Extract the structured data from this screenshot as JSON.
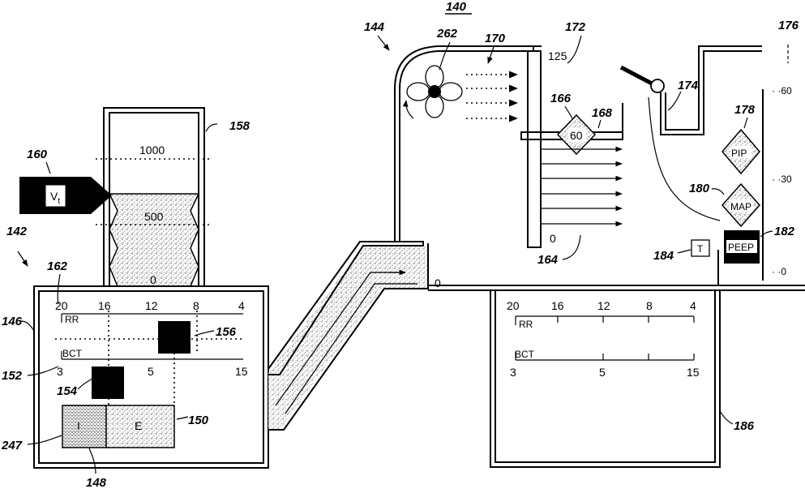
{
  "refs": {
    "r140": "140",
    "r142": "142",
    "r144": "144",
    "r146": "146",
    "r148": "148",
    "r150": "150",
    "r152": "152",
    "r154": "154",
    "r156": "156",
    "r158": "158",
    "r160": "160",
    "r162": "162",
    "r164": "164",
    "r166": "166",
    "r168": "168",
    "r170": "170",
    "r172": "172",
    "r174": "174",
    "r176": "176",
    "r178": "178",
    "r180": "180",
    "r182": "182",
    "r184": "184",
    "r186": "186",
    "r247": "247",
    "r262": "262"
  },
  "bellows": {
    "vt_main": "V",
    "vt_sub": "t",
    "mark_1000": "1000",
    "mark_500": "500",
    "mark_0": "0"
  },
  "left_panel": {
    "rr_label": "RR",
    "rr_ticks": [
      "20",
      "16",
      "12",
      "8",
      "4"
    ],
    "bct_label": "BCT",
    "bct_ticks": [
      "3",
      "5",
      "15"
    ],
    "insp": "I",
    "exp": "E"
  },
  "pressure_scale": {
    "top": "125",
    "bottom": "0"
  },
  "tube_zero": "0",
  "fan_valve": "60",
  "right_scale": {
    "v60": "60",
    "v30": "30",
    "v0": "0"
  },
  "diamonds": {
    "pip": "PIP",
    "map": "MAP"
  },
  "peep": "PEEP",
  "t_box": "T",
  "right_panel": {
    "rr_label": "RR",
    "rr_ticks": [
      "20",
      "16",
      "12",
      "8",
      "4"
    ],
    "bct_label": "BCT",
    "bct_ticks": [
      "3",
      "5",
      "15"
    ]
  }
}
